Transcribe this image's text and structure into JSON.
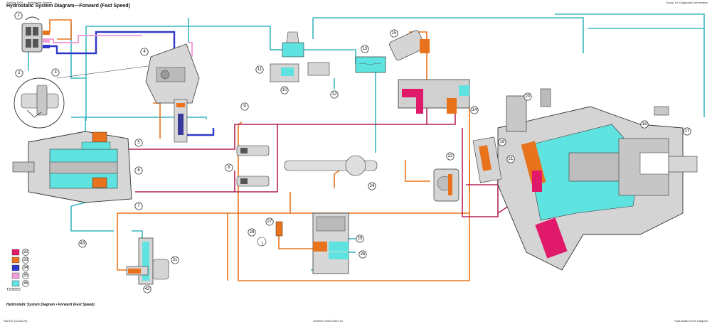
{
  "header": {
    "left": "Section 9026 — Hydrostatic System",
    "right": "Group 15: Diagnostic Information",
    "title": "Hydrostatic System Diagram—Forward (Fast Speed)"
  },
  "figure": {
    "id": "T205555",
    "caption": "Hydrostatic System Diagram • Forward (Fast Speed)"
  },
  "footer": {
    "left": "TM2130 (10JUL20)",
    "center": "Gearbox 9026 Index 10",
    "right": "Hydrostatic Drive Diagram"
  },
  "legend": [
    {
      "num": "32",
      "color": "#e0196b"
    },
    {
      "num": "33",
      "color": "#e8731c"
    },
    {
      "num": "34",
      "color": "#2e38c8"
    },
    {
      "num": "35",
      "color": "#f0a0d8"
    },
    {
      "num": "36",
      "color": "#5fe3e0"
    }
  ],
  "callouts": [
    "1",
    "2",
    "3",
    "4",
    "5",
    "6",
    "7",
    "8",
    "9",
    "10",
    "11",
    "12",
    "13",
    "14",
    "15",
    "16",
    "17",
    "18",
    "20",
    "21",
    "22",
    "24",
    "25",
    "26",
    "27",
    "28",
    "31",
    "42",
    "43"
  ],
  "colors": {
    "pressure": "#e0196b",
    "charge": "#e8731c",
    "pilot": "#2e38c8",
    "lube": "#f0a0d8",
    "return": "#5fe3e0",
    "line_teal": "#3ab7bf",
    "line_maroon": "#b3245a",
    "body": "#cfcfcf",
    "outline": "#333333"
  }
}
